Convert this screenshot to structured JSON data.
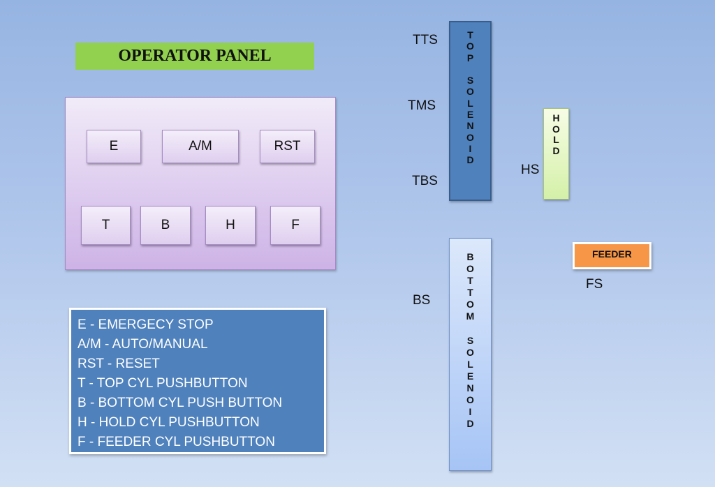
{
  "title": "OPERATOR PANEL",
  "panel_buttons": {
    "row1": [
      "E",
      "A/M",
      "RST"
    ],
    "row2": [
      "T",
      "B",
      "H",
      "F"
    ]
  },
  "legend": [
    "E - EMERGECY STOP",
    "A/M - AUTO/MANUAL",
    "RST - RESET",
    "T - TOP CYL PUSHBUTTON",
    "B - BOTTOM CYL PUSH BUTTON",
    "H - HOLD CYL PUSHBUTTON",
    "F - FEEDER CYL PUSHBUTTON"
  ],
  "sensors": {
    "tts": "TTS",
    "tms": "TMS",
    "tbs": "TBS",
    "bs": "BS",
    "hs": "HS",
    "fs": "FS"
  },
  "top_solenoid": [
    "T",
    "O",
    "P",
    "",
    "S",
    "O",
    "L",
    "E",
    "N",
    "O",
    "I",
    "D"
  ],
  "bottom_solenoid": [
    "B",
    "O",
    "T",
    "T",
    "O",
    "M",
    "",
    "S",
    "O",
    "L",
    "E",
    "N",
    "O",
    "I",
    "D"
  ],
  "hold": [
    "H",
    "O",
    "L",
    "D"
  ],
  "feeder_label": "FEEDER",
  "colors": {
    "title_bg": "#92d050",
    "top_solenoid": "#4f81bd",
    "bottom_solenoid": "#a6c4f5",
    "hold": "#d4f0a8",
    "feeder": "#f79646",
    "legend_bg": "#4f81bd"
  }
}
